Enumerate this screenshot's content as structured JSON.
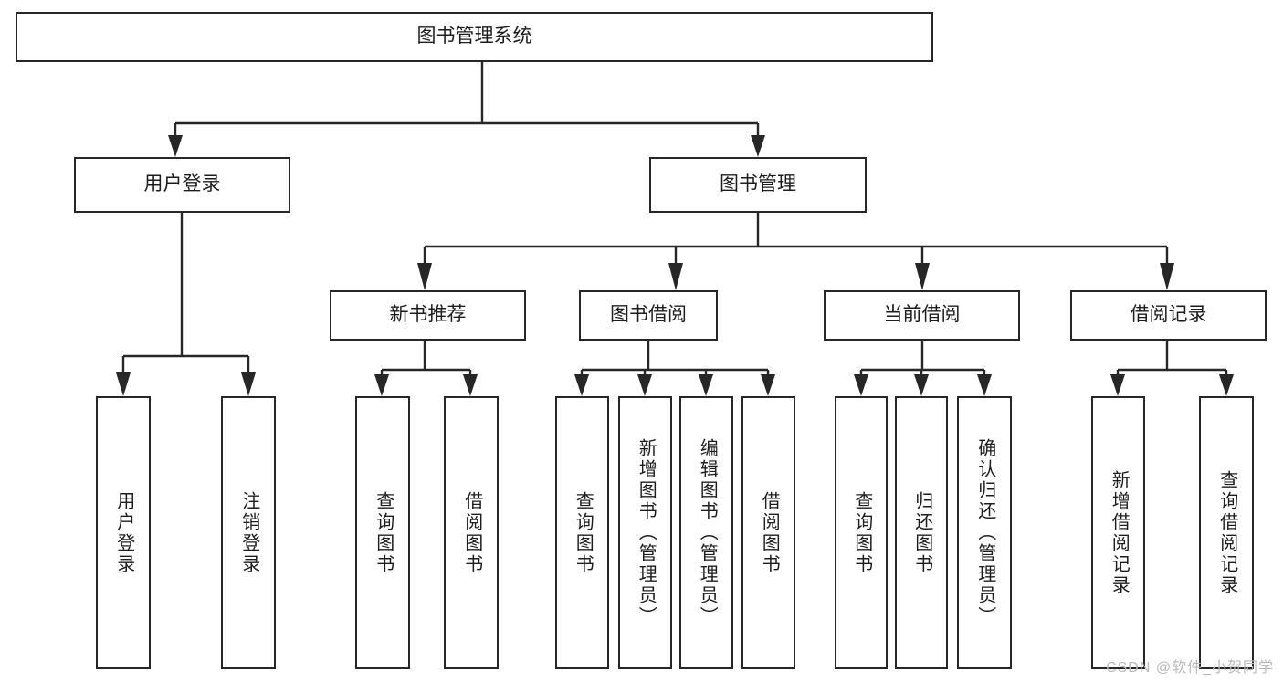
{
  "diagram": {
    "type": "tree",
    "title": "图书管理系统",
    "watermark": "CSDN @软件_小贺同学",
    "colors": {
      "stroke": "#272727",
      "background": "#ffffff",
      "text": "#1d1d1d",
      "watermark": "#b9b9b9"
    },
    "levels": {
      "root": {
        "label": "图书管理系统"
      },
      "level2": [
        {
          "label": "用户登录"
        },
        {
          "label": "图书管理"
        }
      ],
      "level3": [
        {
          "label": "新书推荐"
        },
        {
          "label": "图书借阅"
        },
        {
          "label": "当前借阅"
        },
        {
          "label": "借阅记录"
        }
      ],
      "leaves": {
        "user_login": [
          {
            "label": "用户登录"
          },
          {
            "label": "注销登录"
          }
        ],
        "new_book": [
          {
            "label": "查询图书"
          },
          {
            "label": "借阅图书"
          }
        ],
        "book_borrow": [
          {
            "label": "查询图书"
          },
          {
            "label": "新增图书（管理员）"
          },
          {
            "label": "编辑图书（管理员）"
          },
          {
            "label": "借阅图书"
          }
        ],
        "current_borrow": [
          {
            "label": "查询图书"
          },
          {
            "label": "归还图书"
          },
          {
            "label": "确认归还（管理员）"
          }
        ],
        "borrow_record": [
          {
            "label": "新增借阅记录"
          },
          {
            "label": "查询借阅记录"
          }
        ]
      }
    }
  }
}
